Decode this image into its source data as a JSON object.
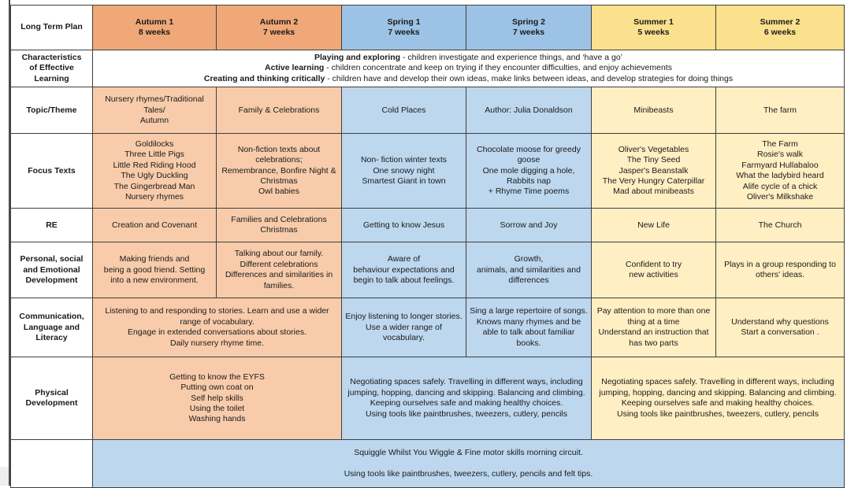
{
  "title": "Long Term Plan",
  "colors": {
    "header_peach": "#F0A878",
    "header_blue": "#9CC3E5",
    "header_yellow": "#FBE18D",
    "body_peach": "#F8CCAA",
    "body_blue": "#BDD7EE",
    "body_yellow": "#FFEFC3",
    "border": "#3f3f3f",
    "text": "#1a1a1a"
  },
  "header": {
    "corner_label": "Long Term Plan",
    "terms": [
      {
        "name": "Autumn 1",
        "weeks": "8 weeks"
      },
      {
        "name": "Autumn 2",
        "weeks": "7 weeks"
      },
      {
        "name": "Spring 1",
        "weeks": "7 weeks"
      },
      {
        "name": "Spring 2",
        "weeks": "7 weeks"
      },
      {
        "name": "Summer 1",
        "weeks": "5 weeks"
      },
      {
        "name": "Summer 2",
        "weeks": "6 weeks"
      }
    ]
  },
  "rows": {
    "coel": {
      "label": "Characteristics\nof Effective\nLearning",
      "lines": [
        {
          "bold": "Playing and exploring",
          "rest": " - children investigate and experience things, and ‘have a go’"
        },
        {
          "bold": "Active learning",
          "rest": " - children concentrate and keep on trying if they encounter difficulties, and enjoy achievements"
        },
        {
          "bold": "Creating and thinking critically",
          "rest": " - children have and develop their own ideas, make links between ideas, and develop strategies for doing things"
        }
      ]
    },
    "topic": {
      "label": "Topic/Theme",
      "cells": [
        "Nursery rhymes/Traditional Tales/\nAutumn",
        "Family & Celebrations",
        "Cold Places",
        "Author: Julia Donaldson",
        "Minibeasts",
        "The farm"
      ]
    },
    "focus": {
      "label": "Focus Texts",
      "cells": [
        "Goldilocks\nThree Little Pigs\nLittle Red Riding Hood\nThe Ugly Duckling\nThe Gingerbread Man\nNursery rhymes",
        "Non-fiction texts about celebrations;\nRemembrance, Bonfire Night & Christmas\nOwl babies",
        "Non- fiction winter texts\nOne snowy night\nSmartest Giant in town",
        "Chocolate moose for greedy goose\nOne mole digging a hole,\nRabbits nap\n+ Rhyme Time poems",
        "Oliver's Vegetables\nThe Tiny Seed\nJasper's Beanstalk\nThe Very Hungry Caterpillar\nMad about minibeasts",
        "The Farm\nRosie's walk\nFarmyard Hullabaloo\nWhat the ladybird heard\nAlife cycle of a chick\nOliver's Milkshake"
      ]
    },
    "re": {
      "label": "RE",
      "cells": [
        "Creation and Covenant",
        "Families and Celebrations Christmas",
        "Getting to know Jesus",
        "Sorrow and Joy",
        "New Life",
        "The Church"
      ]
    },
    "psed": {
      "label": "Personal, social\nand Emotional\nDevelopment",
      "cells": [
        "Making friends and\nbeing a good friend. Setting into a new environment.",
        "Talking about our family.\nDifferent celebrations\nDifferences and similarities in families.",
        "Aware of\nbehaviour expectations and begin to talk about feelings.",
        "Growth,\nanimals,  and similarities and differences",
        "Confident to try\nnew activities",
        "Plays in a group responding to others' ideas."
      ]
    },
    "cll": {
      "label": "Communication,\nLanguage and\nLiteracy",
      "cells": [
        "Listening to and responding to stories. Learn and use a wider range of vocabulary.\nEngage in extended conversations about stories.\nDaily nursery rhyme time.",
        "Enjoy listening to longer stories. Use a wider range of vocabulary.",
        "Sing a large repertoire of songs.\nKnows many rhymes and be able to talk about familiar books.",
        "Pay attention to more than one thing at a time\nUnderstand an instruction that has two parts",
        "Understand why questions\nStart a conversation ."
      ]
    },
    "pd": {
      "label": "Physical\nDevelopment",
      "cells": [
        "Getting to know the EYFS\nPutting own coat on\nSelf help skills\nUsing the toilet\nWashing hands",
        "Negotiating spaces safely. Travelling in different ways, including jumping, hopping, dancing and skipping. Balancing and climbing.\nKeeping ourselves safe and making healthy choices.\nUsing tools like paintbrushes, tweezers, cutlery, pencils",
        "Negotiating spaces safely. Travelling in different ways, including jumping, hopping, dancing and skipping. Balancing and climbing.\nKeeping ourselves safe and making healthy choices.\nUsing tools like paintbrushes, tweezers, cutlery, pencils"
      ]
    },
    "squiggle": {
      "label": "",
      "text": "Squiggle Whilst You Wiggle & Fine motor skills morning circuit.\n\nUsing tools like paintbrushes, tweezers, cutlery, pencils and felt tips."
    }
  }
}
